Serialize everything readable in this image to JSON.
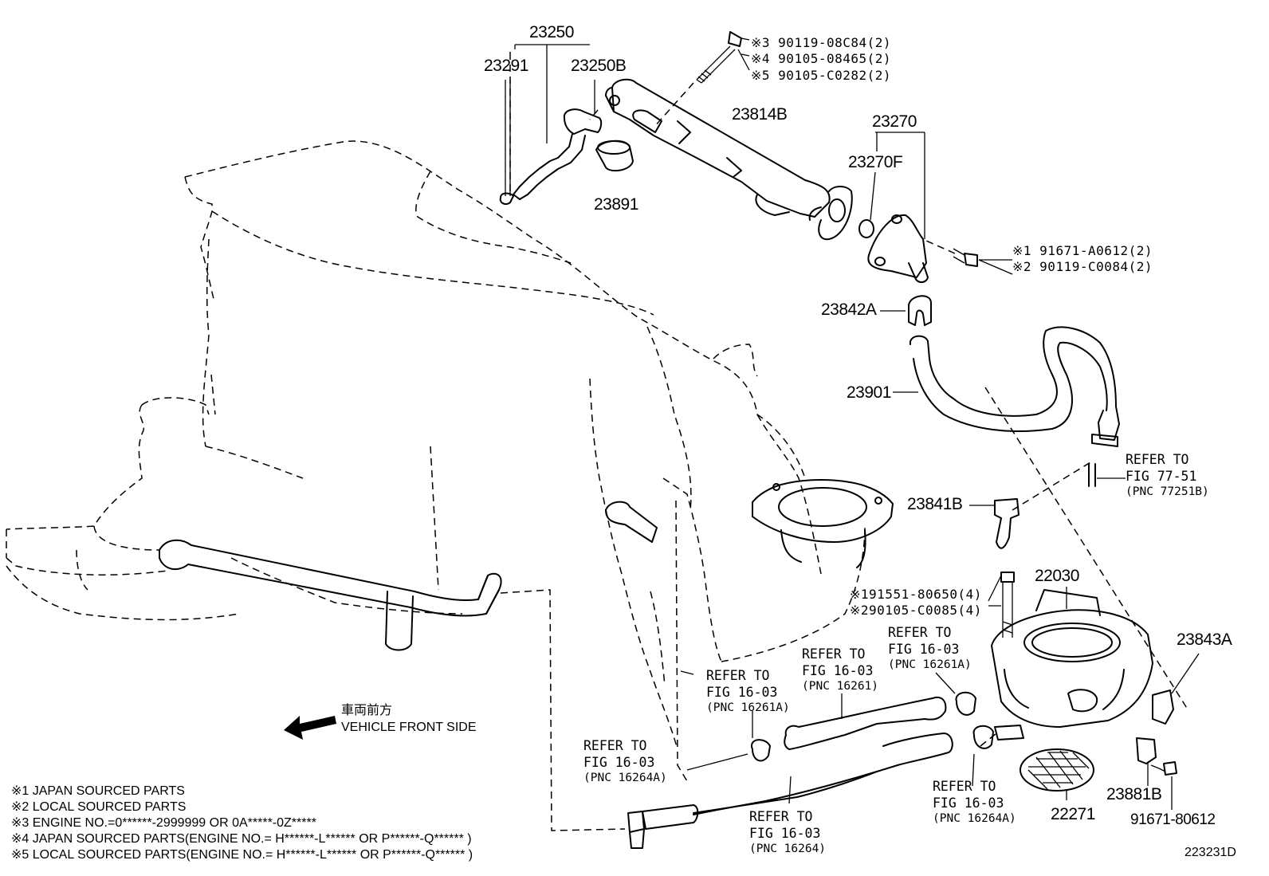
{
  "diagram": {
    "part_labels": [
      {
        "id": "p23250",
        "text": "23250"
      },
      {
        "id": "p23291",
        "text": "23291"
      },
      {
        "id": "p23250B",
        "text": "23250B"
      },
      {
        "id": "p23891",
        "text": "23891"
      },
      {
        "id": "p23814B",
        "text": "23814B"
      },
      {
        "id": "p23270",
        "text": "23270"
      },
      {
        "id": "p23270F",
        "text": "23270F"
      },
      {
        "id": "p23842A",
        "text": "23842A"
      },
      {
        "id": "p23901",
        "text": "23901"
      },
      {
        "id": "p23841B",
        "text": "23841B"
      },
      {
        "id": "p22030",
        "text": "22030"
      },
      {
        "id": "p23843A",
        "text": "23843A"
      },
      {
        "id": "p23881B",
        "text": "23881B"
      },
      {
        "id": "p22271",
        "text": "22271"
      },
      {
        "id": "p9167180612",
        "text": "91671-80612"
      }
    ],
    "bolt_callouts": [
      {
        "id": "b1",
        "lines": [
          "※3 90119-08C84(2)",
          "※4 90105-08465(2)",
          "※5 90105-C0282(2)"
        ]
      },
      {
        "id": "b2",
        "lines": [
          "※1 91671-A0612(2)",
          "※2 90119-C0084(2)"
        ]
      },
      {
        "id": "b3",
        "lines": [
          "※191551-80650(4)",
          "※290105-C0085(4)"
        ]
      }
    ],
    "refs": [
      {
        "id": "r1",
        "line1": "REFER TO",
        "line2": "FIG 77-51",
        "line3": "(PNC 77251B)"
      },
      {
        "id": "r2",
        "line1": "REFER TO",
        "line2": "FIG 16-03",
        "line3": "(PNC 16261A)"
      },
      {
        "id": "r3",
        "line1": "REFER TO",
        "line2": "FIG 16-03",
        "line3": "(PNC 16261)"
      },
      {
        "id": "r4",
        "line1": "REFER TO",
        "line2": "FIG 16-03",
        "line3": "(PNC 16261A)"
      },
      {
        "id": "r5",
        "line1": "REFER TO",
        "line2": "FIG 16-03",
        "line3": "(PNC 16264A)"
      },
      {
        "id": "r6",
        "line1": "REFER TO",
        "line2": "FIG 16-03",
        "line3": "(PNC 16264A)"
      },
      {
        "id": "r7",
        "line1": "REFER TO",
        "line2": "FIG 16-03",
        "line3": "(PNC 16264)"
      }
    ],
    "front": {
      "jp": "車両前方",
      "en": "VEHICLE FRONT SIDE"
    },
    "notes": [
      "※1 JAPAN SOURCED PARTS",
      "※2 LOCAL SOURCED PARTS",
      "※3 ENGINE NO.=0******-2999999 OR 0A*****-0Z*****",
      "※4 JAPAN SOURCED PARTS(ENGINE NO.= H******-L****** OR P******-Q****** )",
      "※5 LOCAL SOURCED PARTS(ENGINE NO.= H******-L****** OR P******-Q****** )"
    ],
    "illustration_id": "223231D"
  }
}
